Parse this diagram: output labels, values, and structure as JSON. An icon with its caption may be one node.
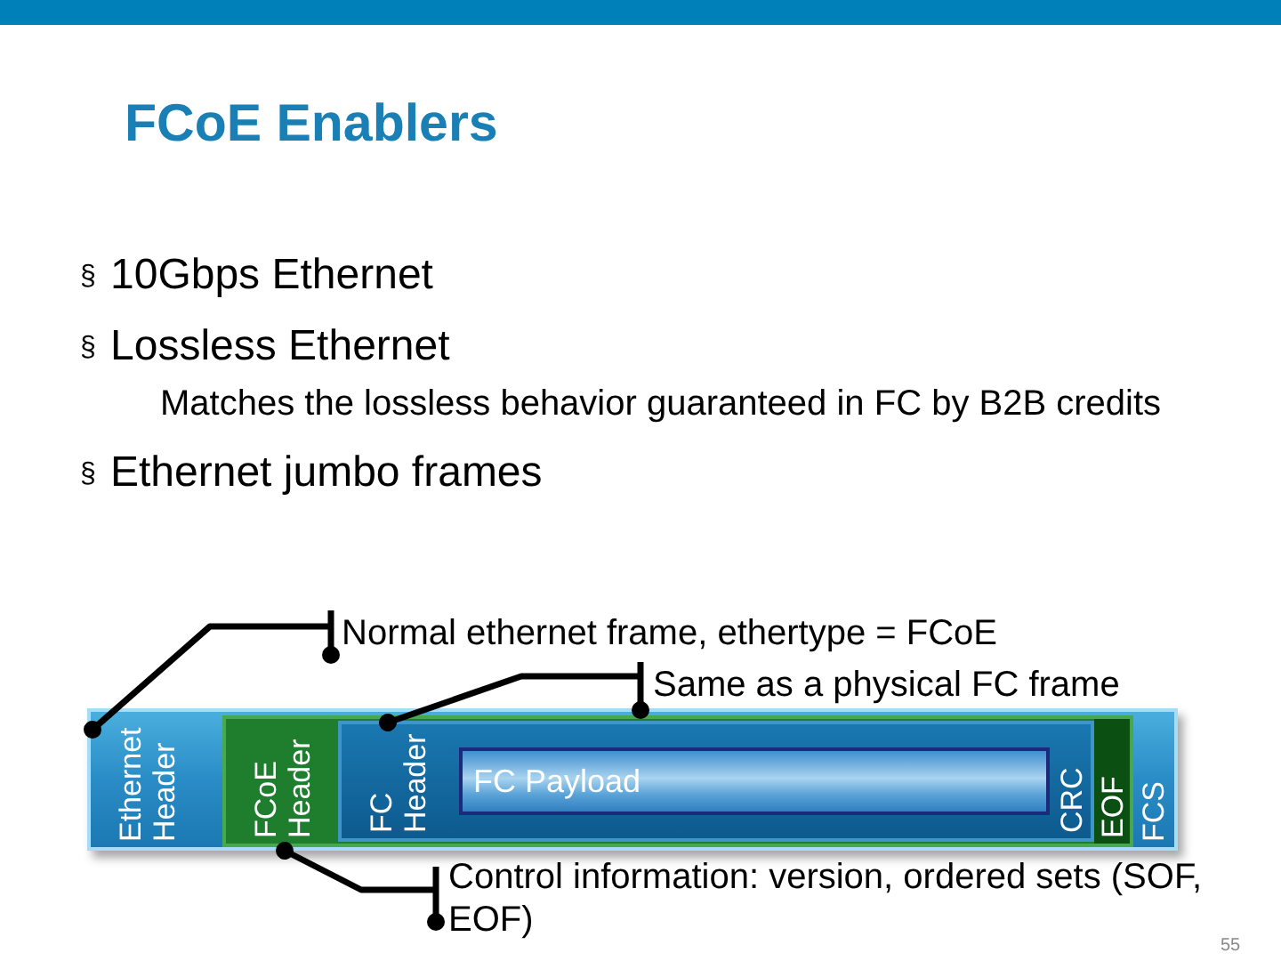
{
  "diagram": {
    "title": "FCoE Enablers",
    "nodes": [
      {
        "text": [
          "Normal ethernet frame, ethertype = FCoE"
        ]
      },
      {
        "text": [
          "Same as a physical FC frame"
        ]
      },
      {
        "text": [
          "Ethernet Header",
          "FCS"
        ]
      },
      {
        "text": [
          "FCoE Header",
          "EOF"
        ],
        "in": 2
      },
      {
        "text": [
          "FC Header",
          "CRC"
        ],
        "in": 3
      },
      {
        "text": [
          "FC Payload"
        ],
        "in": 4
      },
      {
        "text": [
          "Control information: version, ordered sets (SOF, EOF)"
        ]
      }
    ],
    "edges": [
      {
        "from": 0,
        "to": 2,
        "arrow": "other"
      },
      {
        "from": 1,
        "to": 4,
        "arrow": "other"
      },
      {
        "from": 6,
        "to": 3,
        "arrow": "other"
      }
    ],
    "labels": [
      "§",
      "10Gbps Ethernet",
      "§",
      "Lossless Ethernet",
      "Matches the lossless behavior guaranteed in FC by B2B credits",
      "§",
      "Ethernet jumbo frames",
      "55"
    ]
  }
}
